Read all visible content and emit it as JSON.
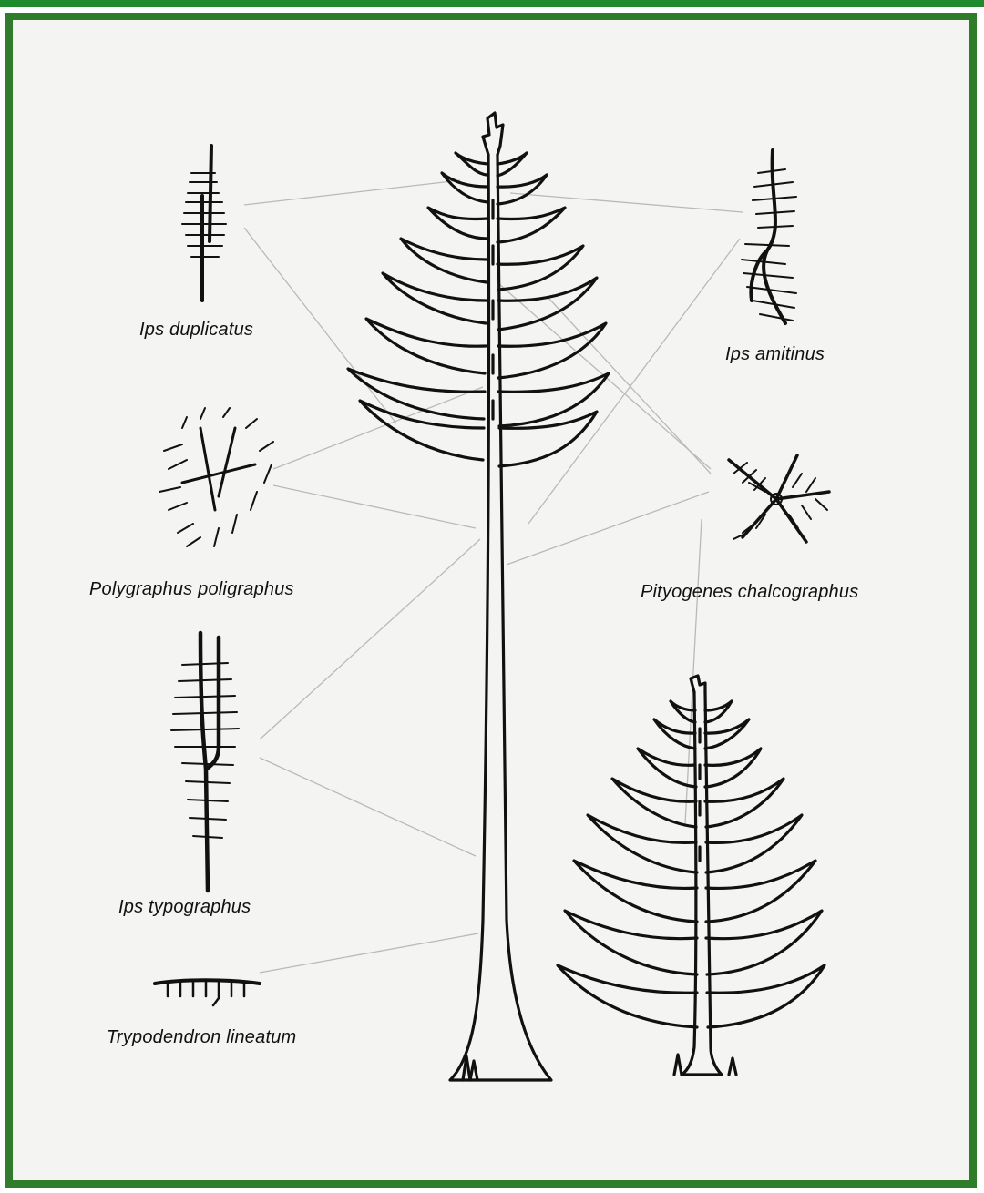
{
  "colors": {
    "frame_green": "#2f7d2a",
    "band_green": "#1e8a2e",
    "ink": "#111111",
    "leader": "#b9b9b9",
    "paper": "#f4f4f2"
  },
  "labels": {
    "ips_duplicatus": "Ips duplicatus",
    "ips_amitinus": "Ips amitinus",
    "polygraphus_poligraphus": "Polygraphus poligraphus",
    "pityogenes_chalcographus": "Pityogenes chalcographus",
    "ips_typographus": "Ips typographus",
    "trypodendron_lineatum": "Trypodendron lineatum"
  }
}
